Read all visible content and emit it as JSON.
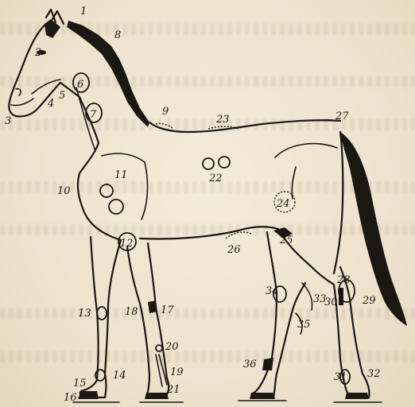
{
  "figure": {
    "labels": [
      "1",
      "2",
      "3",
      "4",
      "5",
      "6",
      "7",
      "8",
      "9",
      "10",
      "11",
      "12",
      "13",
      "14",
      "15",
      "16",
      "17",
      "18",
      "19",
      "20",
      "21",
      "22",
      "23",
      "24",
      "25",
      "26",
      "27",
      "28",
      "29",
      "30",
      "31",
      "32",
      "33",
      "34",
      "35",
      "36"
    ]
  }
}
